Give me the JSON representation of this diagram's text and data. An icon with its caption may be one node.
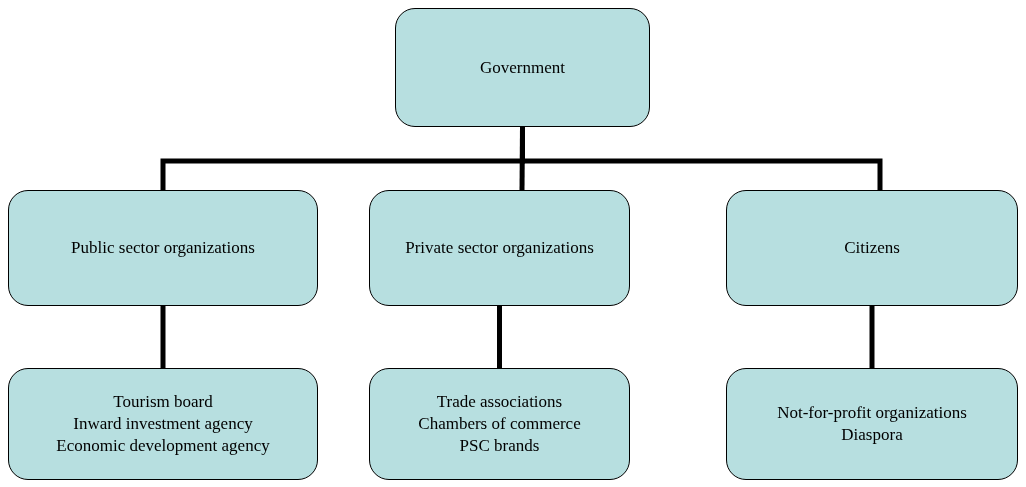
{
  "diagram": {
    "nodes": [
      {
        "text": [
          "Government"
        ]
      },
      {
        "text": [
          "Public sector organizations"
        ]
      },
      {
        "text": [
          "Private sector organizations"
        ]
      },
      {
        "text": [
          "Citizens"
        ]
      },
      {
        "text": [
          "Tourism board",
          "Inward investment agency",
          "Economic development agency"
        ]
      },
      {
        "text": [
          "Trade associations",
          "Chambers of commerce",
          "PSC brands"
        ]
      },
      {
        "text": [
          "Not-for-profit organizations",
          "Diaspora"
        ]
      }
    ],
    "edges": [
      {
        "from": 0,
        "to": 1,
        "arrow": "none"
      },
      {
        "from": 0,
        "to": 2,
        "arrow": "none"
      },
      {
        "from": 0,
        "to": 3,
        "arrow": "none"
      },
      {
        "from": 1,
        "to": 4,
        "arrow": "none"
      },
      {
        "from": 2,
        "to": 5,
        "arrow": "none"
      },
      {
        "from": 3,
        "to": 6,
        "arrow": "none"
      }
    ]
  }
}
